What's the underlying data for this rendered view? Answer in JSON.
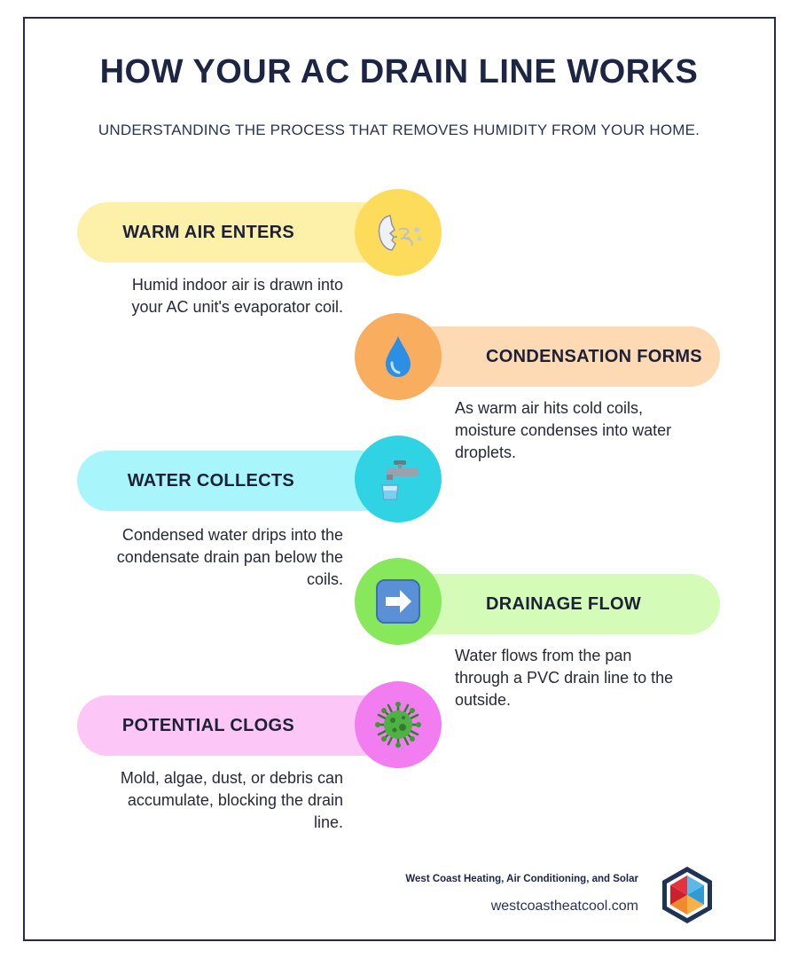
{
  "header": {
    "title": "HOW YOUR AC DRAIN LINE WORKS",
    "subtitle": "UNDERSTANDING THE PROCESS THAT REMOVES HUMIDITY FROM YOUR HOME."
  },
  "steps": [
    {
      "label": "WARM AIR ENTERS",
      "description": "Humid indoor air is drawn into your AC unit's evaporator coil.",
      "icon": "wind-blowing-face-icon",
      "pill_color": "#fdf0a8",
      "circle_color": "#fddc5c"
    },
    {
      "label": "CONDENSATION FORMS",
      "description": "As warm air hits cold coils, moisture condenses into water droplets.",
      "icon": "water-droplet-icon",
      "pill_color": "#fdd9b4",
      "circle_color": "#f8ae5e"
    },
    {
      "label": "WATER COLLECTS",
      "description": "Condensed water drips into the condensate drain pan below the coils.",
      "icon": "faucet-icon",
      "pill_color": "#a8f5fb",
      "circle_color": "#2fd3e4"
    },
    {
      "label": "DRAINAGE FLOW",
      "description": "Water flows from the pan through a PVC drain line to the outside.",
      "icon": "right-arrow-icon",
      "pill_color": "#d4fcb8",
      "circle_color": "#86e85a"
    },
    {
      "label": "POTENTIAL CLOGS",
      "description": "Mold, algae, dust, or debris can accumulate, blocking the drain line.",
      "icon": "microbe-icon",
      "pill_color": "#fcc6f7",
      "circle_color": "#f27df0"
    }
  ],
  "footer": {
    "company": "West Coast Heating, Air Conditioning, and Solar",
    "website": "westcoastheatcool.com",
    "logo_icon": "hexagon-logo-icon"
  }
}
